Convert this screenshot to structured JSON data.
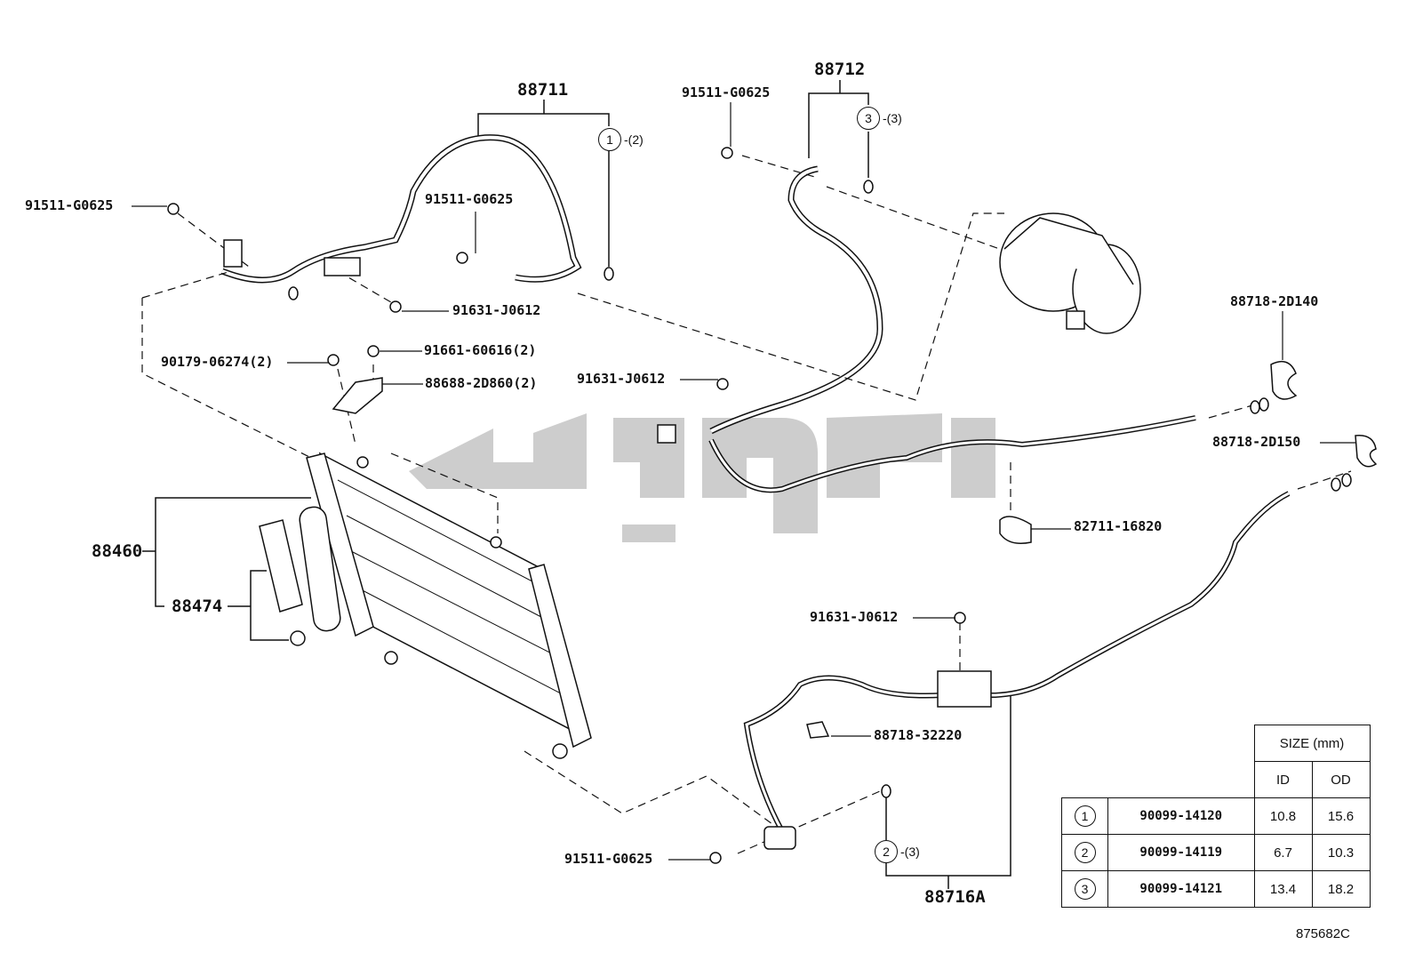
{
  "labels": {
    "p88711": "88711",
    "p88712": "88712",
    "p91511_a": "91511-G0625",
    "p91511_b": "91511-G0625",
    "p91511_c": "91511-G0625",
    "p91511_d": "91511-G0625",
    "p91631_a": "91631-J0612",
    "p91631_b": "91631-J0612",
    "p91631_c": "91631-J0612",
    "p90179": "90179-06274(2)",
    "p91661": "91661-60616(2)",
    "p88688": "88688-2D860(2)",
    "p88460": "88460",
    "p88474": "88474",
    "p88718_140": "88718-2D140",
    "p88718_150": "88718-2D150",
    "p82711": "82711-16820",
    "p88718_222": "88718-32220",
    "p88716": "88716A",
    "c1": "1",
    "c1s": "-(2)",
    "c3": "3",
    "c3s": "-(3)",
    "c2": "2",
    "c2s": "-(3)"
  },
  "size_table": {
    "header": "SIZE (mm)",
    "col_id": "ID",
    "col_od": "OD",
    "rows": [
      {
        "mark": "1",
        "part": "90099-14120",
        "id": "10.8",
        "od": "15.6"
      },
      {
        "mark": "2",
        "part": "90099-14119",
        "id": "6.7",
        "od": "10.3"
      },
      {
        "mark": "3",
        "part": "90099-14121",
        "id": "13.4",
        "od": "18.2"
      }
    ]
  },
  "footer_code": "875682C",
  "colors": {
    "line": "#111111",
    "watermark": "#c8c8c8"
  }
}
